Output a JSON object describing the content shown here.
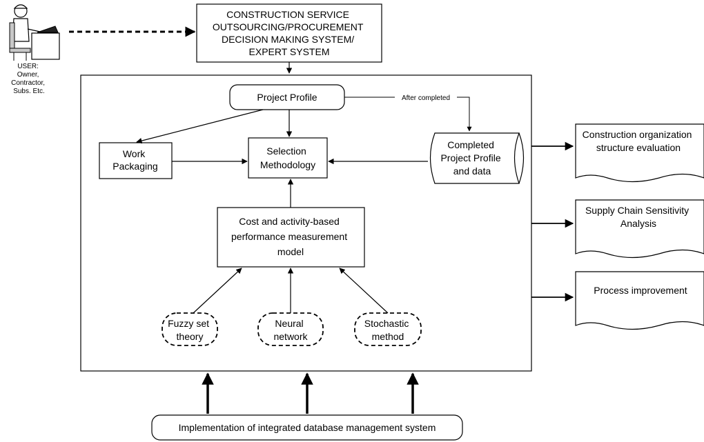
{
  "user": {
    "label_lines": [
      "USER:",
      "Owner,",
      "Contractor,",
      "Subs. Etc."
    ],
    "icon": "person-at-computer-icon"
  },
  "system": {
    "title_lines": [
      "CONSTRUCTION SERVICE",
      "OUTSOURCING/PROCUREMENT",
      "DECISION MAKING SYSTEM/",
      "EXPERT SYSTEM"
    ]
  },
  "nodes": {
    "project_profile": [
      "Project Profile"
    ],
    "work_packaging": [
      "Work",
      "Packaging"
    ],
    "selection_methodology": [
      "Selection",
      "Methodology"
    ],
    "completed_profile": [
      "Completed",
      "Project Profile",
      "and data"
    ],
    "cost_model": [
      "Cost and activity-based",
      "performance measurement",
      "model"
    ],
    "fuzzy_set": [
      "Fuzzy set",
      "theory"
    ],
    "neural_network": [
      "Neural",
      "network"
    ],
    "stochastic": [
      "Stochastic",
      "method"
    ],
    "database": [
      "Implementation of integrated database management system"
    ]
  },
  "outputs": {
    "org_structure": [
      "Construction organization",
      "structure evaluation"
    ],
    "supply_chain": [
      "Supply Chain Sensitivity",
      "Analysis"
    ],
    "process_improvement": [
      "Process improvement"
    ]
  },
  "edge_labels": {
    "after_completed": "After completed"
  }
}
